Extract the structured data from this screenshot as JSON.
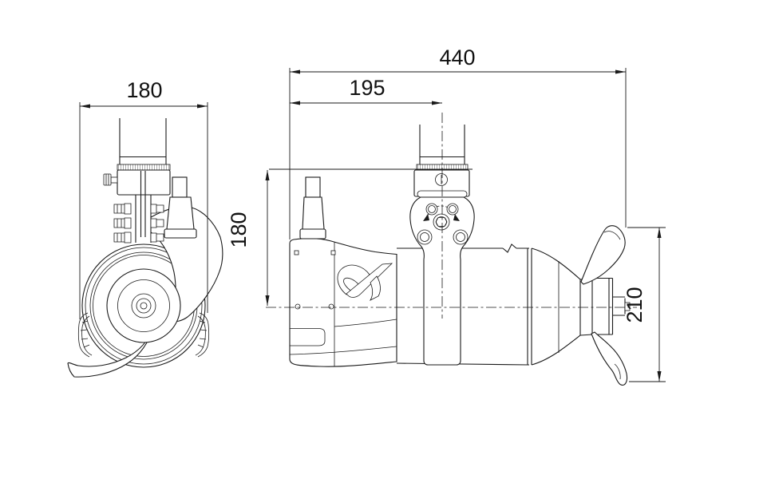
{
  "dimensions": {
    "front_width": "180",
    "overall_length": "440",
    "rear_to_bracket_axis": "195",
    "bracket_top_to_shaft_axis": "180",
    "propeller_diameter": "210"
  },
  "colors": {
    "line": "#1a1a1a",
    "background": "#ffffff"
  },
  "icons": {
    "brand_mark": "grundfos-x-logo"
  }
}
